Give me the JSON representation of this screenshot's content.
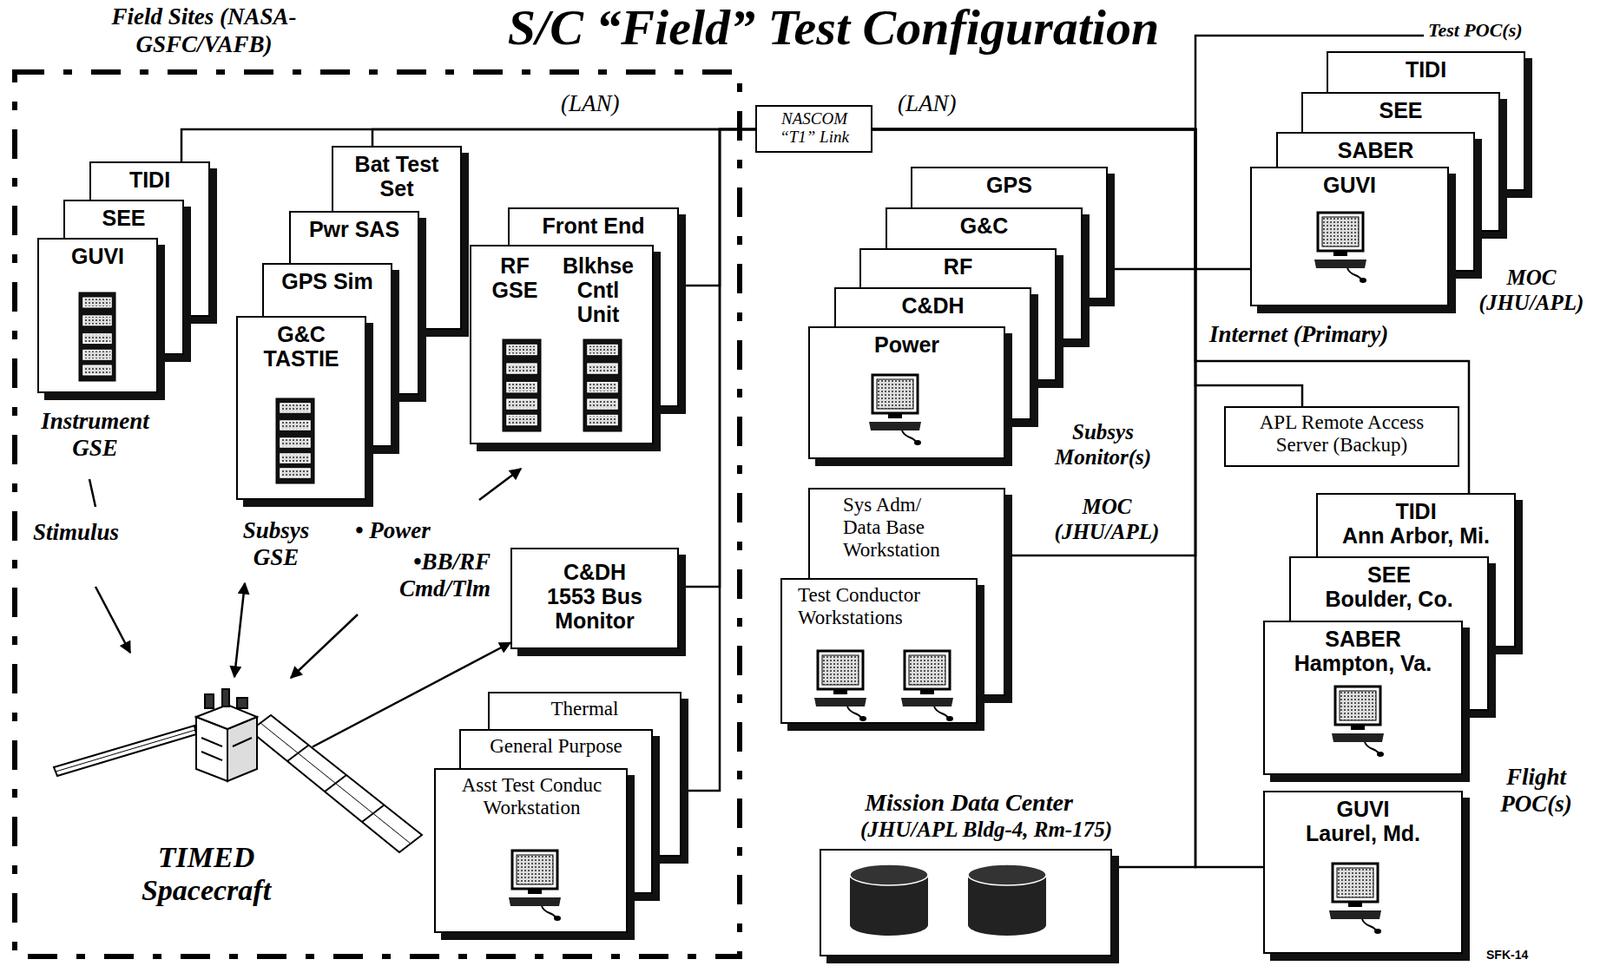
{
  "diagram": {
    "title": "S/C “Field” Test Configuration",
    "nodes": [
      {
        "text": [
          "Field Sites (NASA-GSFC/VAFB)"
        ]
      },
      {
        "text": [
          "TIDI"
        ],
        "in": 0
      },
      {
        "text": [
          "SEE"
        ],
        "in": 0
      },
      {
        "text": [
          "GUVI"
        ],
        "in": 0
      },
      {
        "text": [
          "Bat Test Set"
        ],
        "in": 0
      },
      {
        "text": [
          "Pwr SAS"
        ],
        "in": 0
      },
      {
        "text": [
          "GPS Sim"
        ],
        "in": 0
      },
      {
        "text": [
          "G&C TASTIE"
        ],
        "in": 0
      },
      {
        "text": [
          "Front End"
        ],
        "in": 0
      },
      {
        "text": [
          "RF GSE",
          "Blkhse Cntl Unit"
        ],
        "in": 0
      },
      {
        "text": [
          "C&DH 1553 Bus Monitor"
        ],
        "in": 0
      },
      {
        "text": [
          "Thermal"
        ],
        "in": 0
      },
      {
        "text": [
          "General Purpose"
        ],
        "in": 0
      },
      {
        "text": [
          "Asst Test Conduc Workstation"
        ],
        "in": 0
      },
      {
        "text": [
          "TIMED Spacecraft"
        ],
        "in": 0
      },
      {
        "text": [
          "NASCOM “T1” Link"
        ]
      },
      {
        "text": [
          "GPS"
        ]
      },
      {
        "text": [
          "G&C"
        ]
      },
      {
        "text": [
          "RF"
        ]
      },
      {
        "text": [
          "C&DH"
        ]
      },
      {
        "text": [
          "Power"
        ]
      },
      {
        "text": [
          "Sys Adm/ Data Base Workstation"
        ]
      },
      {
        "text": [
          "Test Conductor Workstations"
        ]
      },
      {
        "text": [
          "Mission Data Center",
          "(JHU/APL Bldg-4, Rm-175)"
        ]
      },
      {
        "text": [
          "TIDI"
        ]
      },
      {
        "text": [
          "SEE"
        ]
      },
      {
        "text": [
          "SABER"
        ]
      },
      {
        "text": [
          "GUVI"
        ]
      },
      {
        "text": [
          "APL Remote Access Server (Backup)"
        ]
      },
      {
        "text": [
          "TIDI",
          "Ann Arbor, Mi."
        ]
      },
      {
        "text": [
          "SEE",
          "Boulder, Co."
        ]
      },
      {
        "text": [
          "SABER",
          "Hampton, Va."
        ]
      },
      {
        "text": [
          "GUVI",
          "Laurel, Md."
        ]
      }
    ],
    "edges": [
      {
        "from": 1,
        "to": 15,
        "arrow": "none"
      },
      {
        "from": 4,
        "to": 15,
        "arrow": "none"
      },
      {
        "from": 8,
        "to": 15,
        "arrow": "none"
      },
      {
        "from": 10,
        "to": 15,
        "arrow": "none"
      },
      {
        "from": 11,
        "to": 15,
        "arrow": "none"
      },
      {
        "from": 14,
        "to": 10,
        "arrow": "to"
      },
      {
        "from": 15,
        "to": 16,
        "arrow": "none"
      },
      {
        "from": 15,
        "to": 21,
        "arrow": "none"
      },
      {
        "from": 15,
        "to": 23,
        "arrow": "none"
      },
      {
        "from": 15,
        "to": 27,
        "arrow": "none"
      },
      {
        "from": 15,
        "to": 28,
        "arrow": "none"
      },
      {
        "from": 15,
        "to": 29,
        "arrow": "none"
      },
      {
        "from": 15,
        "to": 32,
        "arrow": "none"
      }
    ],
    "labels": [
      "(LAN)",
      "(LAN)",
      "Instrument GSE",
      "Stimulus",
      "Subsys GSE",
      "• Power",
      "•BB/RF Cmd/Tlm",
      "Subsys Monitor(s)",
      "MOC (JHU/APL)",
      "Test POC(s)",
      "MOC (JHU/APL)",
      "Internet (Primary)",
      "Flight POC(s)",
      "SFK-14"
    ]
  }
}
